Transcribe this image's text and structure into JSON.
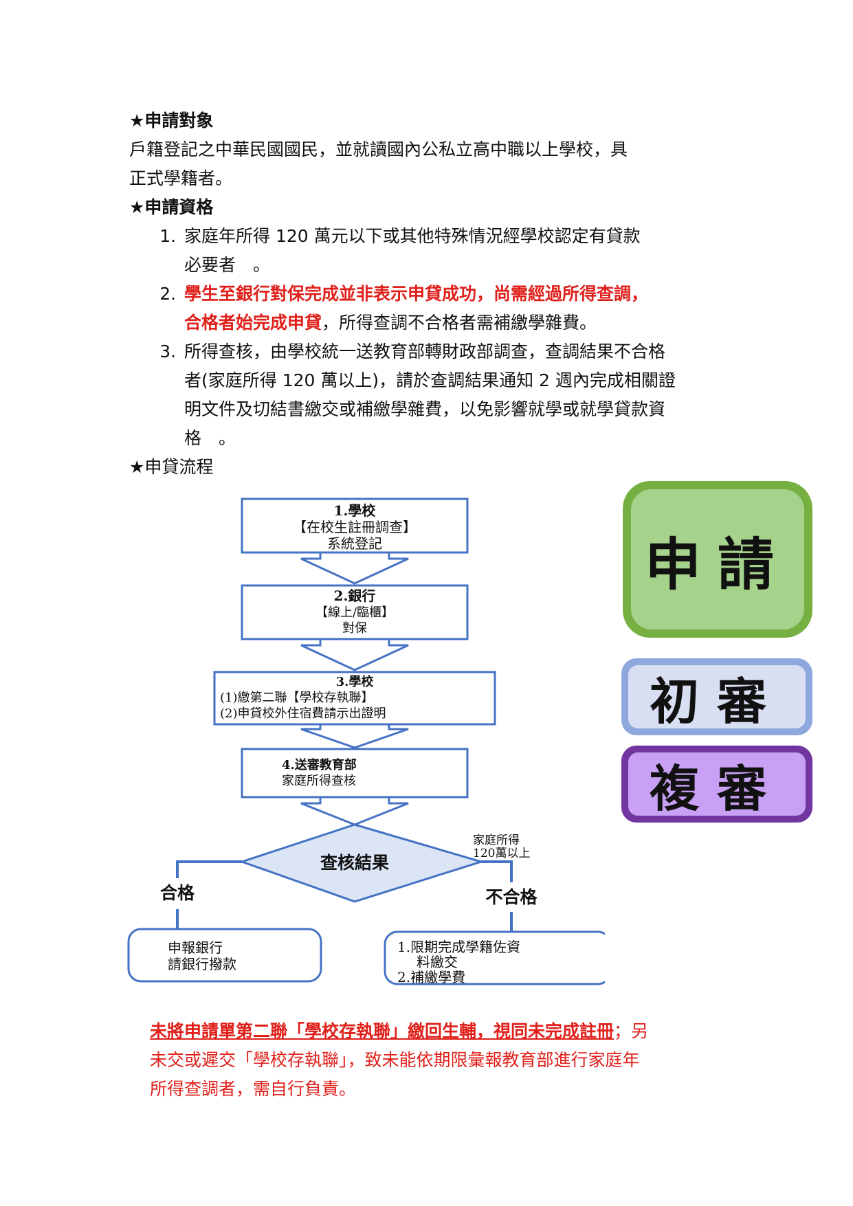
{
  "section1": {
    "heading": "★申請對象",
    "line1": "戶籍登記之中華民國國民，並就讀國內公私立高中職以上學校，具",
    "line2": "正式學籍者。"
  },
  "section2": {
    "heading": "★申請資格",
    "items": [
      {
        "num": "1.",
        "line1": "家庭年所得 120 萬元以下或其他特殊情況經學校認定有貸款",
        "line2": "必要者　。"
      },
      {
        "num": "2.",
        "red1": "學生至銀行對保完成並非表示申貸成功，尚需經過所得查調，",
        "red2": "合格者始完成申貸",
        "rest": "，所得查調不合格者需補繳學雜費。"
      },
      {
        "num": "3.",
        "line1": "所得查核，由學校統一送教育部轉財政部調查，查調結果不合格",
        "line2": "者(家庭所得 120 萬以上)，請於查調結果通知 2 週內完成相關證",
        "line3": "明文件及切結書繳交或補繳學雜費，以免影響就學或就學貸款資",
        "line4": "格　。"
      }
    ]
  },
  "section3": {
    "heading": "★申貸流程"
  },
  "flow": {
    "step1": {
      "l1": "1.學校",
      "l2": "【在校生註冊調查】",
      "l3": "系統登記"
    },
    "step2": {
      "l1": "2.銀行",
      "l2": "【線上/臨櫃】",
      "l3": "對保"
    },
    "step3": {
      "l1": "3.學校",
      "l2": "(1)繳第二聯【學校存執聯】",
      "l3": "(2)申貸校外住宿費請示出證明"
    },
    "step4": {
      "l1": "4.送審教育部",
      "l2": "家庭所得查核"
    },
    "decision": "查核結果",
    "income_note1": "家庭所得",
    "income_note2": "120萬以上",
    "pass_label": "合格",
    "fail_label": "不合格",
    "pass_box": {
      "l1": "申報銀行",
      "l2": "請銀行撥款"
    },
    "fail_box": {
      "l1": "1.限期完成學籍佐資",
      "l2": "料繳交",
      "l3": "2.補繳學費"
    }
  },
  "stages": {
    "apply": "申請",
    "first": "初審",
    "second": "複審"
  },
  "colors": {
    "accent_red": "#e0201b",
    "flow_blue": "#4472c4",
    "flow_fill": "#dbe5f5"
  },
  "note": {
    "underlined": "未將申請單第二聯「學校存執聯」繳回生輔，視同未完成註冊",
    "rest1": "；另",
    "line2": "未交或遲交「學校存執聯」，致未能依期限彙報教育部進行家庭年",
    "line3": "所得查調者，需自行負責。"
  }
}
